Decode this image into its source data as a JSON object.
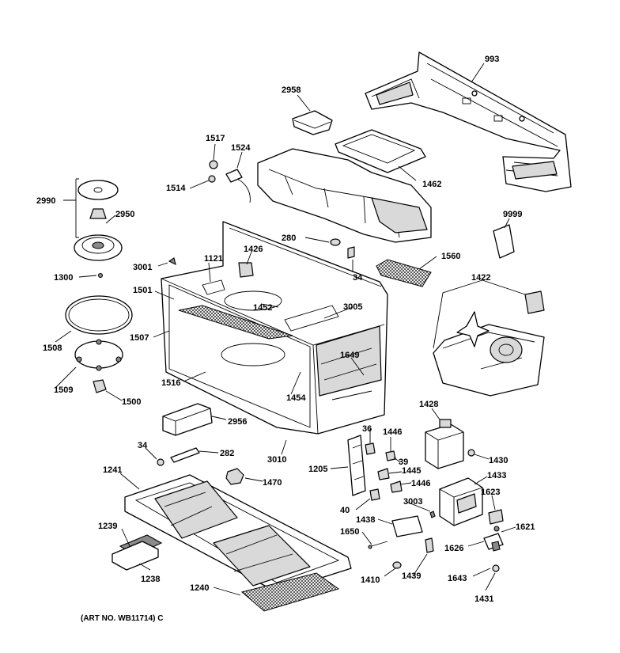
{
  "colors": {
    "ink": "#000000",
    "paper": "#ffffff",
    "shade": "#d9d9d9"
  },
  "caption": "(ART NO. WB11714) C",
  "labels": {
    "p993": "993",
    "p2958": "2958",
    "p1517": "1517",
    "p1524": "1524",
    "p1514": "1514",
    "p1462": "1462",
    "p2990": "2990",
    "p2950": "2950",
    "p9999": "9999",
    "p280": "280",
    "p1560": "1560",
    "p3001": "3001",
    "p1121": "1121",
    "p1426": "1426",
    "p34a": "34",
    "p1300": "1300",
    "p1501": "1501",
    "p1452": "1452",
    "p3005": "3005",
    "p1422": "1422",
    "p1508": "1508",
    "p1507": "1507",
    "p1649": "1649",
    "p1509": "1509",
    "p1516": "1516",
    "p1454": "1454",
    "p1500": "1500",
    "p1428": "1428",
    "p2956": "2956",
    "p36": "36",
    "p1446a": "1446",
    "p34b": "34",
    "p282": "282",
    "p3010": "3010",
    "p39": "39",
    "p1430": "1430",
    "p1241": "1241",
    "p1470": "1470",
    "p1205": "1205",
    "p1445": "1445",
    "p1446b": "1446",
    "p1433": "1433",
    "p40": "40",
    "p3003": "3003",
    "p1623": "1623",
    "p1438": "1438",
    "p1239": "1239",
    "p1650": "1650",
    "p1621": "1621",
    "p1626": "1626",
    "p1238": "1238",
    "p1643": "1643",
    "p1410": "1410",
    "p1439": "1439",
    "p1240": "1240",
    "p1431": "1431"
  }
}
